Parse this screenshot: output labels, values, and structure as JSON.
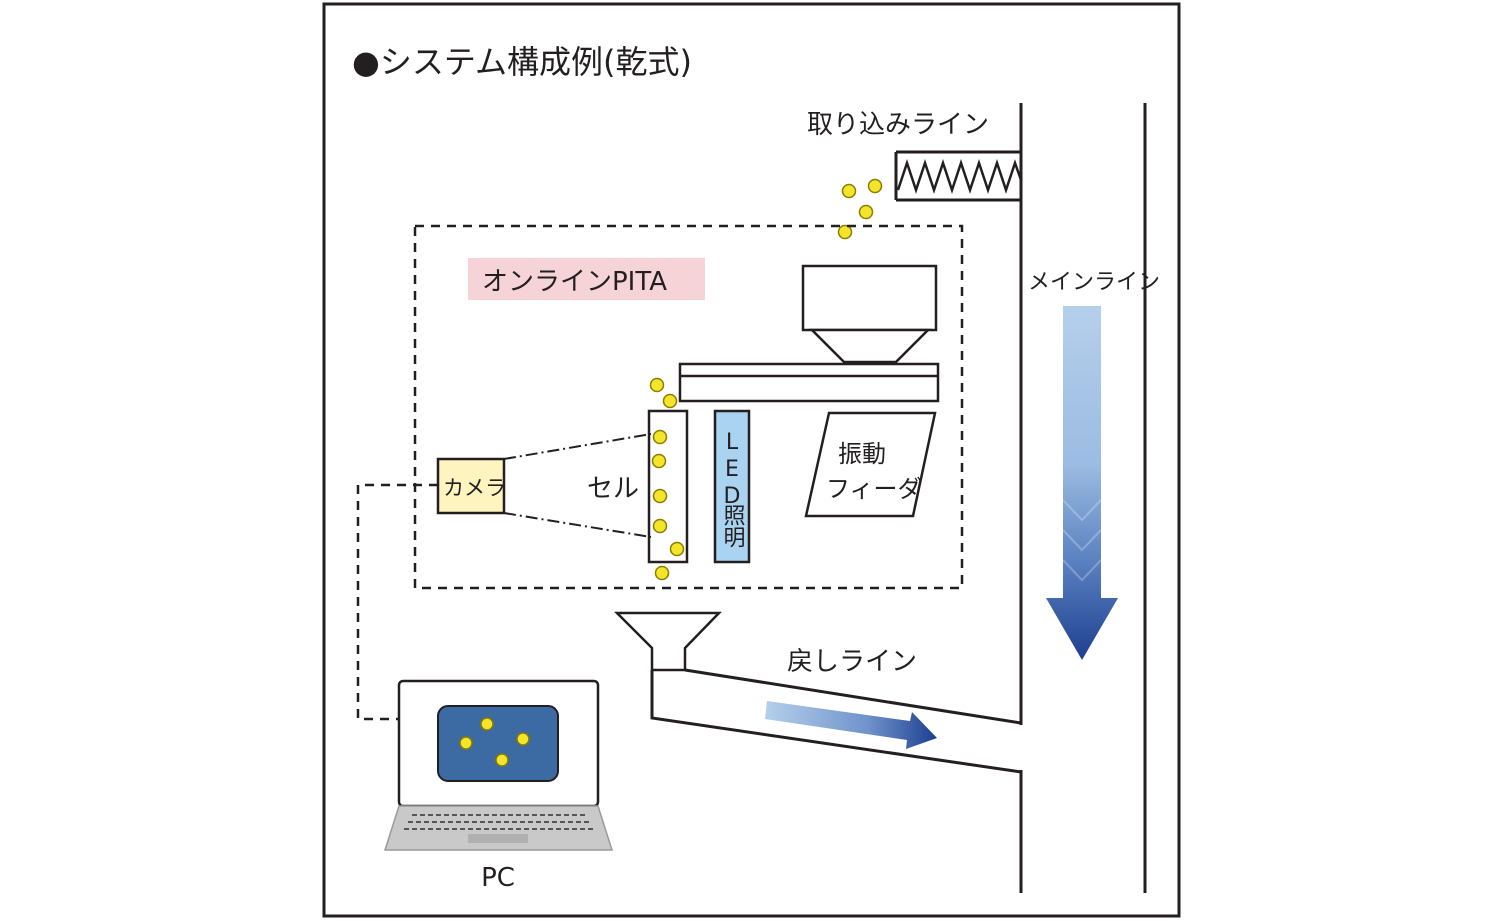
{
  "title": "●システム構成例(乾式)",
  "labels": {
    "intake_line": "取り込みライン",
    "main_line": "メインライン",
    "online_pita": "オンラインPITA",
    "camera": "カメラ",
    "cell": "セル",
    "led_line1": "LED",
    "led_line2": "照明",
    "feeder_line1": "振動",
    "feeder_line2": "フィーダ",
    "return_line": "戻しライン",
    "pc": "PC"
  },
  "colors": {
    "frame": "#231f20",
    "particle_fill": "#f5e52a",
    "particle_stroke": "#8a7d00",
    "camera_fill": "#fdf4bf",
    "led_fill": "#a9d3f0",
    "pita_label_bg": "#f6d3d6",
    "screen_fill": "#3c6aa3",
    "arrow_light": "#b5d0eb",
    "arrow_dark": "#1d3f8f",
    "keyboard_fill": "#c9c9c9"
  }
}
